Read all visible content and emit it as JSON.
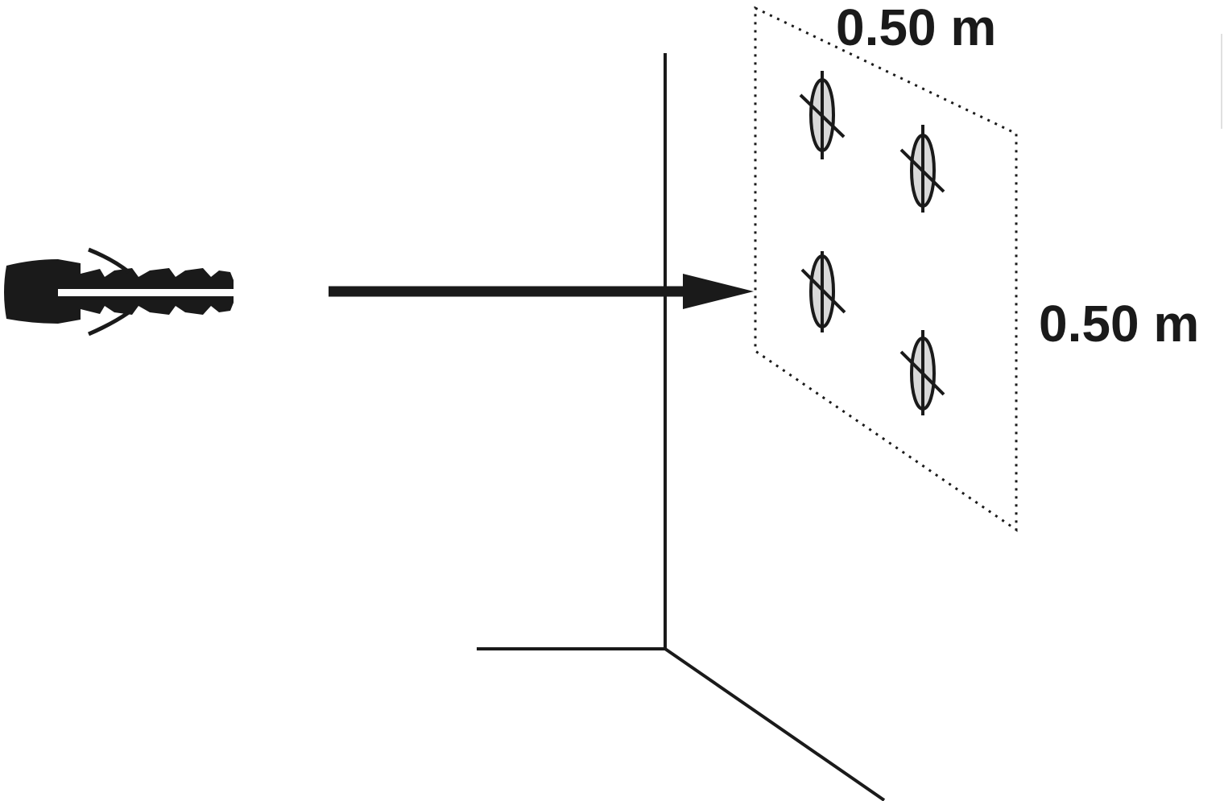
{
  "dimensions": {
    "width_label": "0.50 m",
    "height_label": "0.50 m"
  },
  "items": {
    "wall_plug": "wall-plug-icon",
    "drill_holes": 4
  },
  "colors": {
    "ink": "#1a1a1a",
    "hole_fill": "#d9d9d9",
    "background": "#ffffff"
  }
}
